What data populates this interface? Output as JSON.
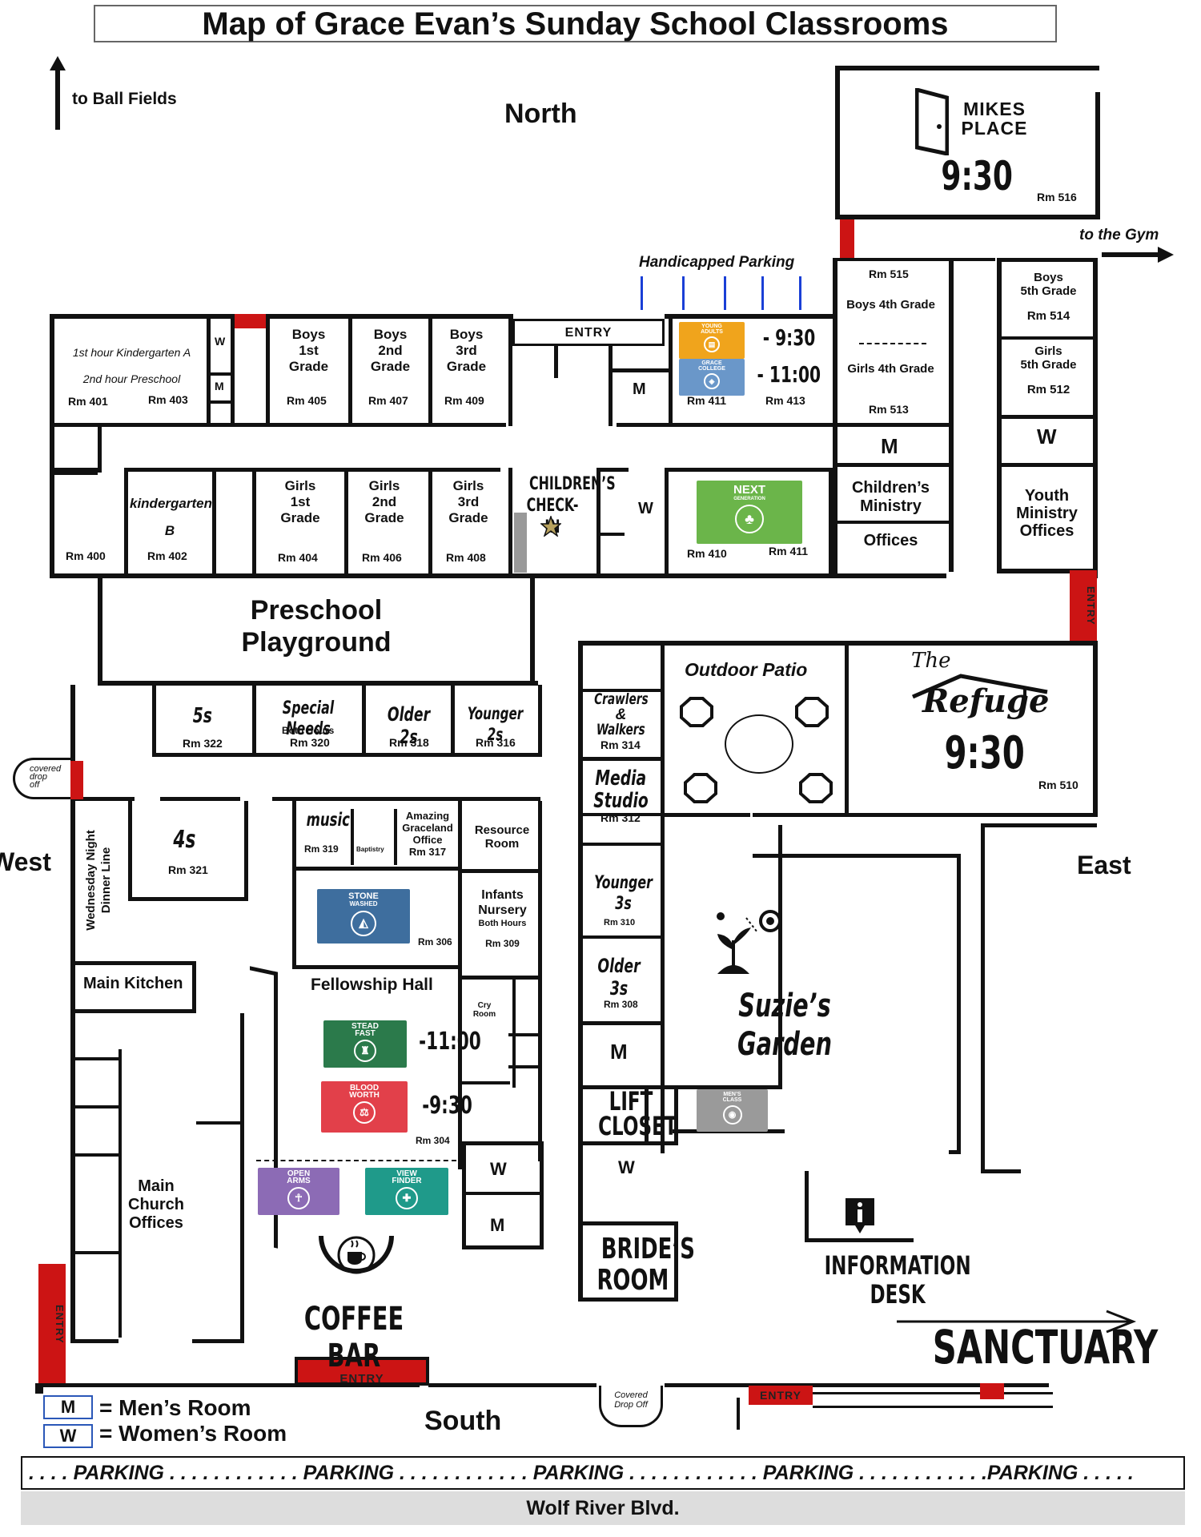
{
  "title": "Map of Grace Evan’s Sunday School Classrooms",
  "compass": {
    "north": "North",
    "south": "South",
    "east": "East",
    "west": "West"
  },
  "directions": {
    "ball_fields": "to Ball Fields",
    "gym": "to the Gym",
    "handicapped_parking": "Handicapped Parking"
  },
  "entry_label": "ENTRY",
  "rooms": {
    "mikes_place": {
      "name_line1": "MIKES",
      "name_line2": "PLACE",
      "time": "9:30",
      "room": "Rm 516"
    },
    "rm515": "Rm 515",
    "boys4": "Boys 4th Grade",
    "girls4": "Girls 4th Grade",
    "rm513": "Rm 513",
    "boys5": {
      "line1": "Boys",
      "line2": "5th Grade",
      "room": "Rm 514"
    },
    "girls5": {
      "line1": "Girls",
      "line2": "5th Grade",
      "room": "Rm 512"
    },
    "kinderA": {
      "line1": "1st hour Kindergarten A",
      "line2": "2nd hour Preschool",
      "room1": "Rm 401",
      "room2": "Rm 403"
    },
    "boys1": {
      "line1": "Boys",
      "line2": "1st",
      "line3": "Grade",
      "room": "Rm 405"
    },
    "boys2": {
      "line1": "Boys",
      "line2": "2nd",
      "line3": "Grade",
      "room": "Rm 407"
    },
    "boys3": {
      "line1": "Boys",
      "line2": "3rd",
      "line3": "Grade",
      "room": "Rm 409"
    },
    "rm411_top": "Rm 411",
    "rm413": "Rm 413",
    "time_930": "- 9:30",
    "time_1100": "- 11:00",
    "rm400": "Rm 400",
    "kinderB": {
      "line1": "kindergarten",
      "line2": "B",
      "room": "Rm 402"
    },
    "girls1": {
      "line1": "Girls",
      "line2": "1st",
      "line3": "Grade",
      "room": "Rm 404"
    },
    "girls2": {
      "line1": "Girls",
      "line2": "2nd",
      "line3": "Grade",
      "room": "Rm 406"
    },
    "girls3": {
      "line1": "Girls",
      "line2": "3rd",
      "line3": "Grade",
      "room": "Rm 408"
    },
    "checkin": {
      "line1": "CHILDREN’S",
      "line2": "CHECK-IN"
    },
    "rm410": "Rm 410",
    "rm411_bottom": "Rm 411",
    "childrens_ministry": {
      "line1": "Children’s",
      "line2": "Ministry",
      "line3": "Offices"
    },
    "youth_ministry": {
      "line1": "Youth",
      "line2": "Ministry",
      "line3": "Offices"
    },
    "preschool_playground": {
      "line1": "Preschool",
      "line2": "Playground"
    },
    "fives": {
      "name": "5s",
      "room": "Rm 322"
    },
    "special_needs": {
      "name": "Special Needs",
      "sub": "Both Hours",
      "room": "Rm 320"
    },
    "older2s": {
      "name": "Older 2s",
      "room": "Rm 318"
    },
    "younger2s": {
      "name": "Younger 2s",
      "room": "Rm 316"
    },
    "crawlers": {
      "line1": "Crawlers",
      "line2": "&",
      "line3": "Walkers",
      "room": "Rm 314"
    },
    "media_studio": {
      "line1": "Media",
      "line2": "Studio",
      "room": "Rm 312"
    },
    "outdoor_patio": "Outdoor Patio",
    "refuge": {
      "line1": "The",
      "line2": "Refuge",
      "time": "9:30",
      "room": "Rm 510"
    },
    "covered_dropoff_west": {
      "line1": "covered",
      "line2": "drop",
      "line3": "off"
    },
    "wednesday": {
      "line1": "Wednesday Night",
      "line2": "Dinner Line"
    },
    "fours": {
      "name": "4s",
      "room": "Rm 321"
    },
    "music": {
      "name": "music",
      "room": "Rm 319"
    },
    "baptistry": "Baptistry",
    "graceland": {
      "line1": "Amazing",
      "line2": "Graceland",
      "line3": "Office",
      "room": "Rm 317"
    },
    "resource": {
      "line1": "Resource",
      "line2": "Room"
    },
    "rm306": "Rm 306",
    "infants": {
      "line1": "Infants",
      "line2": "Nursery",
      "sub": "Both Hours",
      "room": "Rm 309"
    },
    "younger3s": {
      "name": "Younger 3s",
      "room": "Rm 310"
    },
    "older3s": {
      "name": "Older 3s",
      "room": "Rm 308"
    },
    "suzies_garden": "Suzie’s Garden",
    "main_kitchen": "Main Kitchen",
    "fellowship_hall": "Fellowship Hall",
    "cry_room": {
      "line1": "Cry",
      "line2": "Room"
    },
    "time_1100_fh": "-11:00",
    "time_930_fh": "-9:30",
    "rm304": "Rm 304",
    "lift_closet": {
      "line1": "LIFT",
      "line2": "CLOSET"
    },
    "main_church_offices": {
      "line1": "Main",
      "line2": "Church",
      "line3": "Offices"
    },
    "coffee_bar": "COFFEE BAR",
    "brides_room": {
      "line1": "BRIDE’S",
      "line2": "ROOM"
    },
    "information_desk": "INFORMATION DESK",
    "sanctuary": "SANCTUARY",
    "covered_dropoff_south": {
      "line1": "Covered",
      "line2": "Drop Off"
    }
  },
  "restrooms": {
    "men": "M",
    "women": "W"
  },
  "badges": {
    "young_adults": {
      "line1": "YOUNG",
      "line2": "ADULTS",
      "color": "#f0a41c"
    },
    "grace_college": {
      "line1": "GRACE",
      "line2": "COLLEGE",
      "color": "#6a97c9"
    },
    "next_generation": {
      "line1": "NEXT",
      "line2": "GENERATION",
      "color": "#6bb54a"
    },
    "stone_washed": {
      "line1": "STONE",
      "line2": "WASHED",
      "color": "#3e6e9e"
    },
    "steadfast": {
      "line1": "STEAD",
      "line2": "FAST",
      "color": "#2b7a4b"
    },
    "blood_worth": {
      "line1": "BLOOD",
      "line2": "WORTH",
      "color": "#e2404a"
    },
    "mens_class": {
      "line1": "MEN’S",
      "line2": "CLASS",
      "color": "#9a9a9a"
    },
    "open_arms": {
      "line1": "OPEN",
      "line2": "ARMS",
      "color": "#8c6bb5"
    },
    "view_finder": {
      "line1": "VIEW",
      "line2": "FINDER",
      "color": "#1f9a8a"
    }
  },
  "legend": {
    "men_key": "M",
    "men_text": "= Men’s Room",
    "women_key": "W",
    "women_text": "= Women’s Room"
  },
  "parking": ". . . . PARKING . . . . . . . . . . . . PARKING . . . . . . . . . . . . PARKING . . . . . . . . . . . . PARKING . . . . . . . . . . . .PARKING . . . . .",
  "street": "Wolf River Blvd.",
  "colors": {
    "entry_red": "#cc1414",
    "wall": "#111111",
    "handicap_blue": "#1a3fd6"
  }
}
